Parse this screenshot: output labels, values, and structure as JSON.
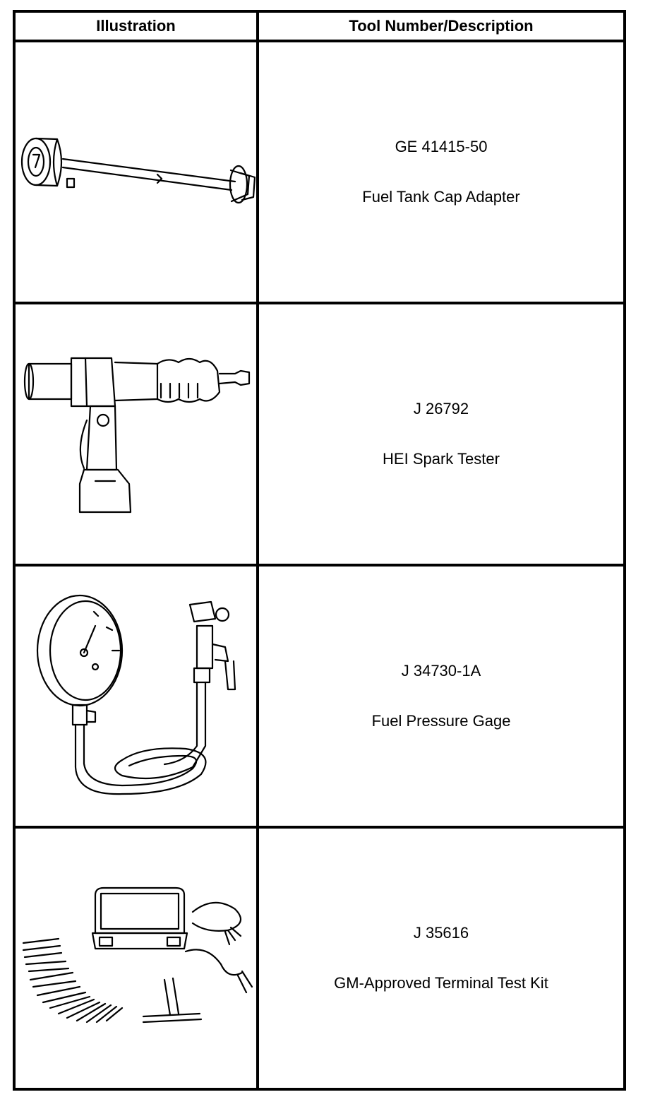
{
  "table": {
    "headers": {
      "illustration": "Illustration",
      "tool": "Tool Number/Description"
    },
    "rows": [
      {
        "tool_number": "GE 41415-50",
        "description": "Fuel Tank Cap Adapter",
        "illustration_icon": "fuel-tank-cap-adapter-icon"
      },
      {
        "tool_number": "J 26792",
        "description": "HEI Spark Tester",
        "illustration_icon": "spark-tester-icon"
      },
      {
        "tool_number": "J 34730-1A",
        "description": "Fuel Pressure Gage",
        "illustration_icon": "pressure-gage-icon"
      },
      {
        "tool_number": "J 35616",
        "description": "GM-Approved Terminal Test Kit",
        "illustration_icon": "terminal-test-kit-icon"
      }
    ]
  }
}
